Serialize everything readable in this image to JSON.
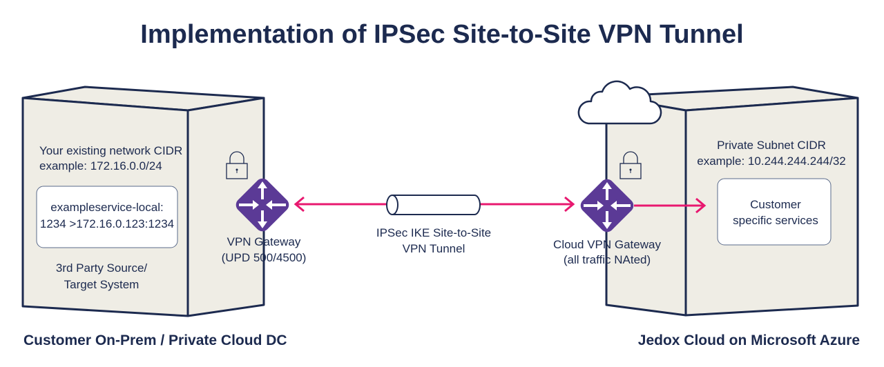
{
  "title": "Implementation of IPSec Site-to-Site VPN Tunnel",
  "left": {
    "cidr_line1": "Your existing network CIDR",
    "cidr_line2": "example: 172.16.0.0/24",
    "service_line1": "exampleservice-local:",
    "service_line2": "1234 >172.16.0.123:1234",
    "system_line1": "3rd Party Source/",
    "system_line2": "Target System",
    "gateway_line1": "VPN Gateway",
    "gateway_line2": "(UPD 500/4500)",
    "footer": "Customer On-Prem / Private Cloud DC"
  },
  "tunnel": {
    "line1": "IPSec IKE Site-to-Site",
    "line2": "VPN Tunnel"
  },
  "right": {
    "cidr_line1": "Private Subnet CIDR",
    "cidr_line2": "example: 10.244.244.244/32",
    "service_line1": "Customer",
    "service_line2": "specific services",
    "gateway_line1": "Cloud VPN Gateway",
    "gateway_line2": "(all traffic NAted)",
    "footer": "Jedox Cloud on Microsoft Azure"
  },
  "colors": {
    "navy": "#1c2a4f",
    "router": "#5b3a96",
    "arrow": "#e8186f",
    "box": "#efede5"
  }
}
